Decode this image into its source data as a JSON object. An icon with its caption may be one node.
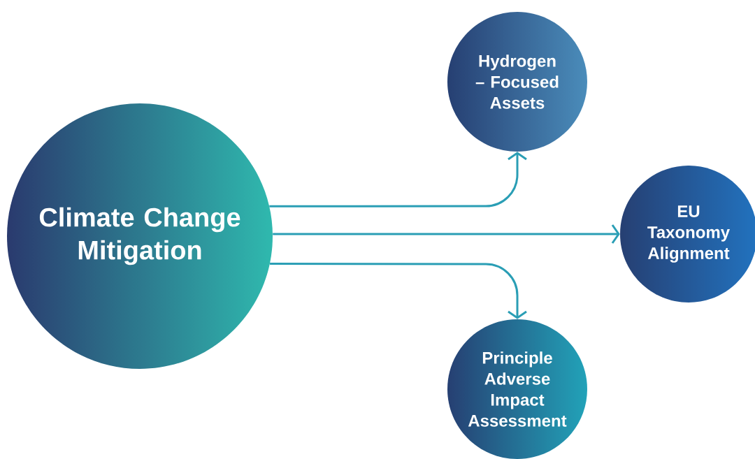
{
  "diagram": {
    "nodes": [
      {
        "text": [
          "Climate Change Mitigation"
        ]
      },
      {
        "text": [
          "Hydrogen – Focused Assets"
        ]
      },
      {
        "text": [
          "EU Taxonomy Alignment"
        ]
      },
      {
        "text": [
          "Principle Adverse Impact Assessment"
        ]
      }
    ],
    "edges": [
      {
        "from": 0,
        "to": 1,
        "arrow": "to"
      },
      {
        "from": 0,
        "to": 2,
        "arrow": "to"
      },
      {
        "from": 0,
        "to": 3,
        "arrow": "to"
      }
    ]
  }
}
